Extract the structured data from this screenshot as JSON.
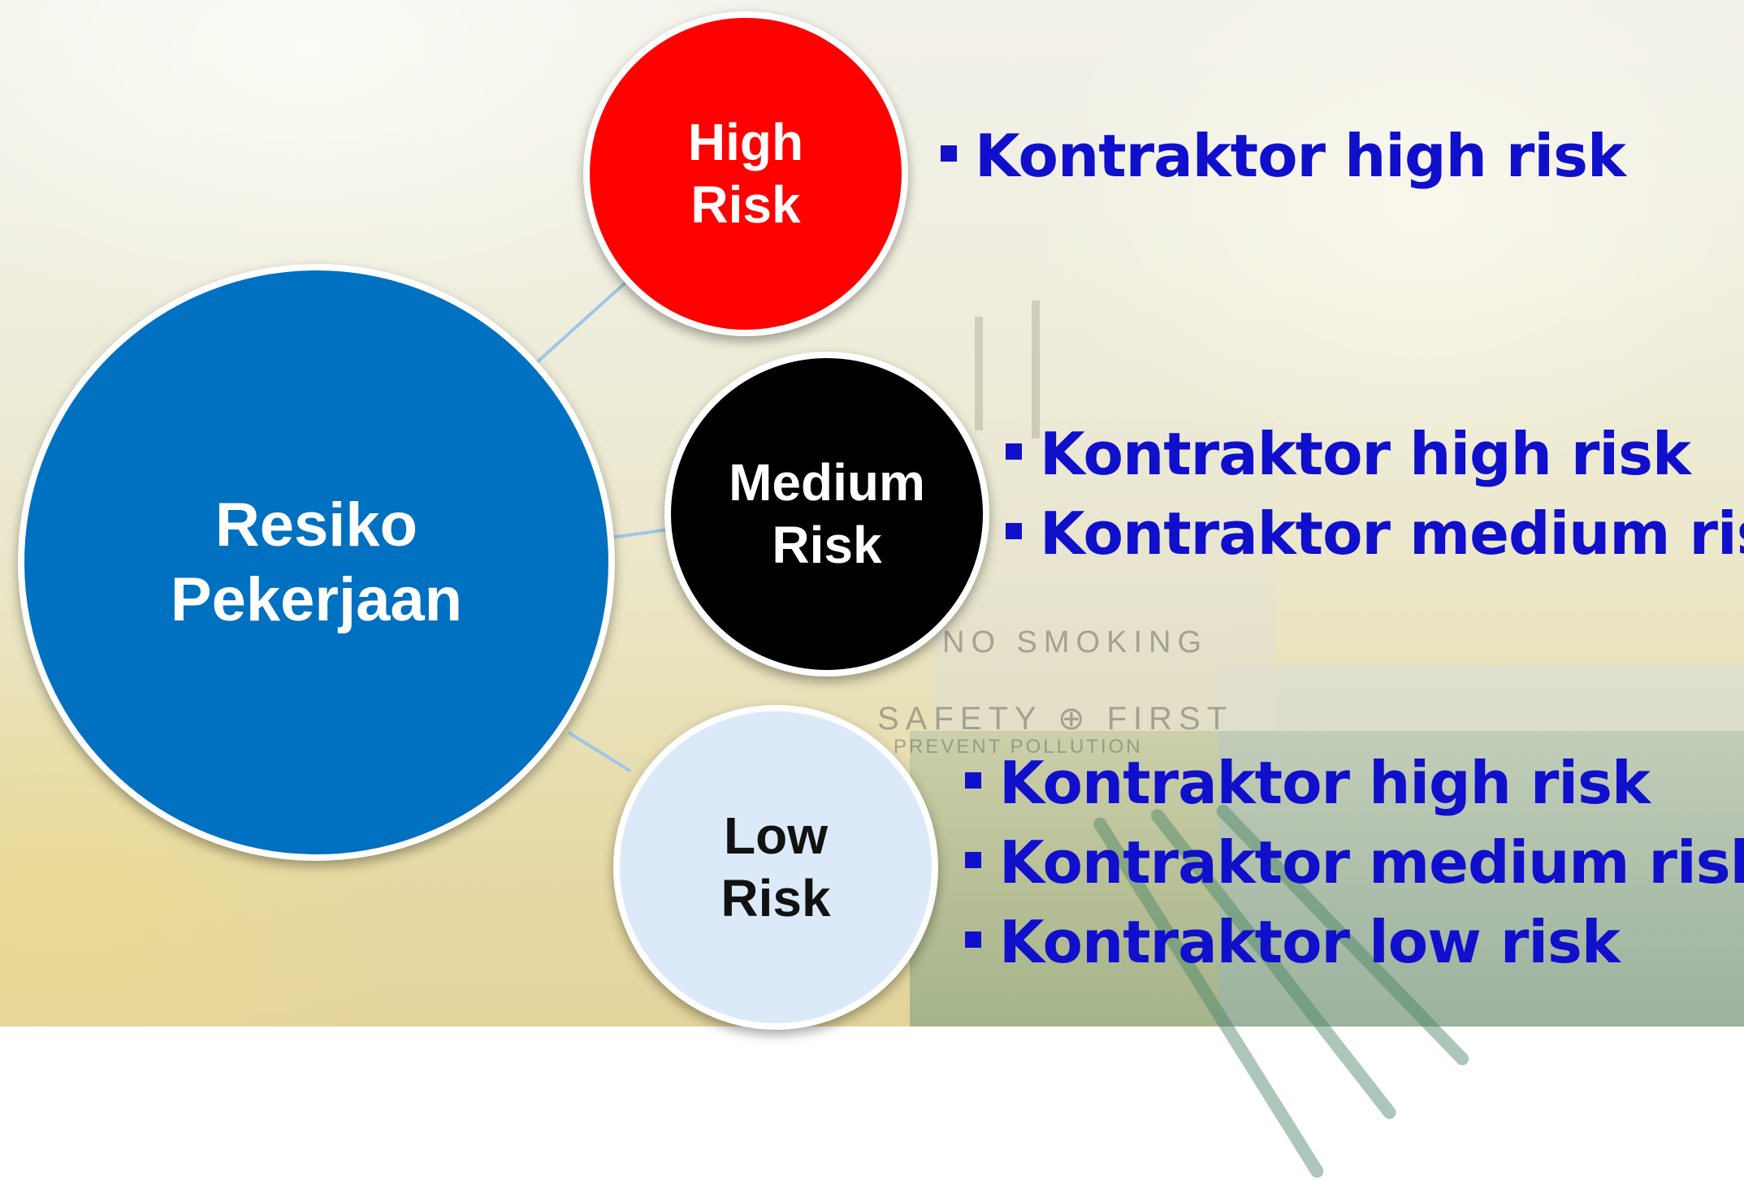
{
  "diagram": {
    "main_node": {
      "label_line1": "Resiko",
      "label_line2": "Pekerjaan"
    },
    "levels": [
      {
        "label_line1": "High",
        "label_line2": "Risk",
        "color": "#ff0000",
        "items": [
          "Kontraktor high risk"
        ]
      },
      {
        "label_line1": "Medium",
        "label_line2": "Risk",
        "color": "#000000",
        "items": [
          "Kontraktor high risk",
          "Kontraktor medium risk"
        ]
      },
      {
        "label_line1": "Low",
        "label_line2": "Risk",
        "color": "#dbe9f9",
        "items": [
          "Kontraktor high risk",
          "Kontraktor medium risk",
          "Kontraktor low risk"
        ]
      }
    ],
    "main_color": "#0070c0",
    "bullet_text_color": "#0f0fcc"
  },
  "background": {
    "ship_text_1": "NO SMOKING",
    "ship_text_2": "SAFETY ⊕ FIRST",
    "ship_text_3": "PREVENT POLLUTION"
  }
}
